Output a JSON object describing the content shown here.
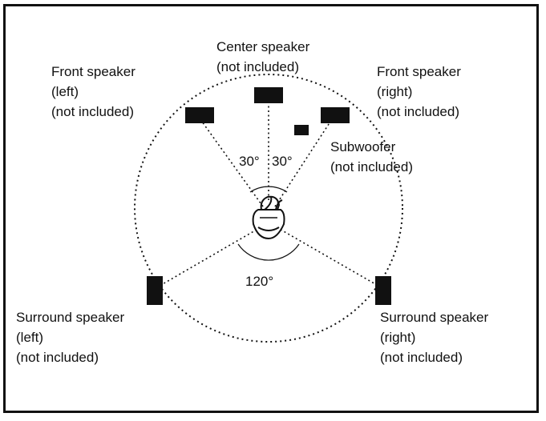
{
  "labels": {
    "front_left": [
      "Front speaker",
      "(left)",
      "(not included)"
    ],
    "center": [
      "Center speaker",
      "(not included)"
    ],
    "front_right": [
      "Front speaker",
      "(right)",
      "(not included)"
    ],
    "subwoofer": [
      "Subwoofer",
      "(not included)"
    ],
    "surround_left": [
      "Surround speaker",
      "(left)",
      "(not included)"
    ],
    "surround_right": [
      "Surround speaker",
      "(right)",
      "(not included)"
    ]
  },
  "angles": {
    "left": "30°",
    "right": "30°",
    "rear": "120°"
  },
  "colors": {
    "ink": "#111111",
    "background": "#ffffff"
  }
}
